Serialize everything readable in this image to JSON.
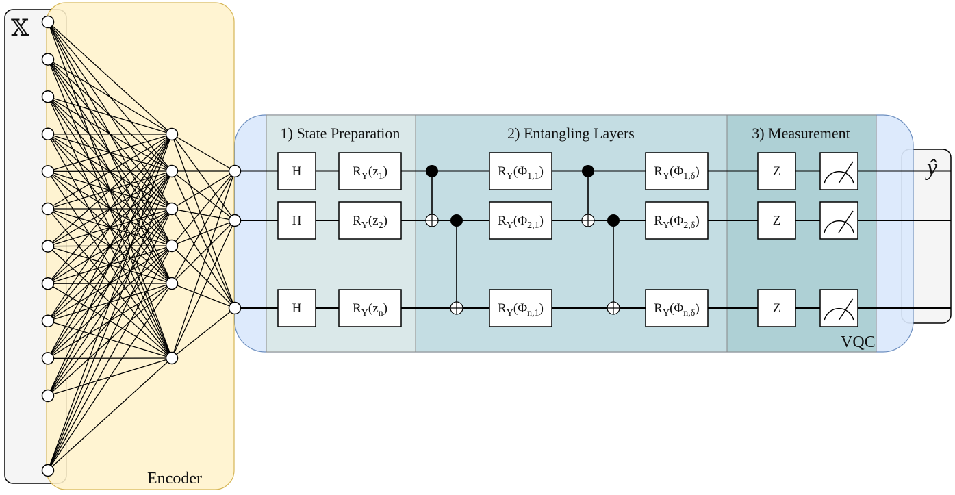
{
  "labels": {
    "input_symbol": "𝕏",
    "output_symbol": "ŷ",
    "encoder": "Encoder",
    "vqc": "VQC"
  },
  "sections": {
    "state_prep": "1) State Preparation",
    "entangling": "2) Entangling Layers",
    "measurement": "3) Measurement"
  },
  "gates": {
    "hadamard": "H",
    "pauli_z": "Z",
    "ry_base": "R",
    "ry_axis": "Y",
    "z1": {
      "base": "z",
      "sub": "1"
    },
    "z2": {
      "base": "z",
      "sub": "2"
    },
    "zn": {
      "base": "z",
      "sub": "n"
    },
    "phi11": {
      "base": "Φ",
      "sub": "1,1"
    },
    "phi21": {
      "base": "Φ",
      "sub": "2,1"
    },
    "phin1": {
      "base": "Φ",
      "sub": "n,1"
    },
    "phi1d": {
      "base": "Φ",
      "sub": "1,δ"
    },
    "phi2d": {
      "base": "Φ",
      "sub": "2,δ"
    },
    "phind": {
      "base": "Φ",
      "sub": "n,δ"
    }
  },
  "network": {
    "input_nodes": 12,
    "hidden_nodes": 6,
    "output_nodes": 3
  },
  "colors": {
    "encoder_fill": "#fff2cc",
    "encoder_stroke": "#d6b656",
    "panel_fill": "#f5f5f5",
    "vqc_fill": "#dae8fc",
    "vqc_stroke": "#6c8ebf",
    "sec1_fill": "#dae8e9",
    "sec2_fill": "#c4dde3",
    "sec3_fill": "#aed0d5"
  }
}
